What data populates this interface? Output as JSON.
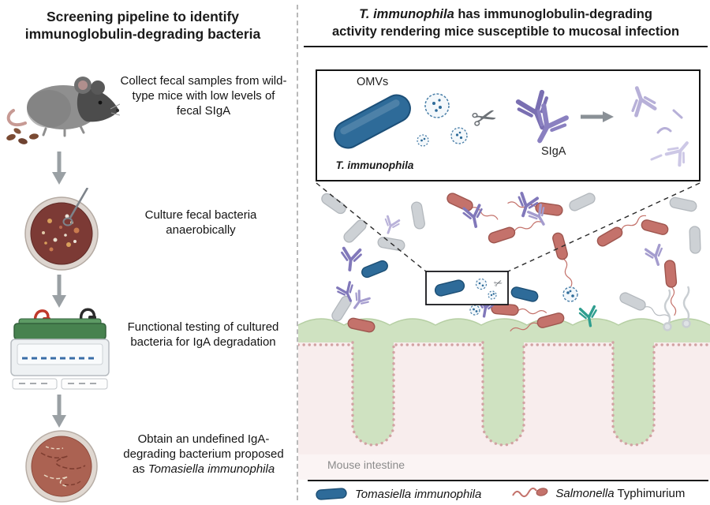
{
  "left": {
    "title": "Screening pipeline to identify immunoglobulin-degrading bacteria",
    "steps": [
      {
        "text": "Collect fecal samples from wild-type mice with low levels of fecal SIgA"
      },
      {
        "text": "Culture fecal bacteria anaerobically"
      },
      {
        "text": "Functional testing of cultured bacteria for IgA degradation"
      },
      {
        "text": "Obtain an undefined IgA-degrading bacterium proposed as ",
        "species": "Tomasiella immunophila"
      }
    ]
  },
  "right": {
    "title": {
      "species": "T. immunophila",
      "line1_rest": " has immunoglobulin-degrading",
      "line2": "activity rendering mice susceptible to mucosal infection"
    },
    "inset": {
      "omvs_label": "OMVs",
      "bacterium_label": "T. immunophila",
      "antibody_label": "SIgA"
    },
    "scene": {
      "caption": "Mouse intestine"
    },
    "legend": {
      "item1_species": "Tomasiella immunophila",
      "item2_species": "Salmonella",
      "item2_rest": " Typhimurium"
    }
  },
  "icons": {
    "scissors": "✂"
  },
  "colors": {
    "tomasiella_blue": "#2e6b99",
    "salmonella_red": "#c4726b",
    "antibody_purple": "#8178ba",
    "epithelium_green": "#cfe2c1",
    "crypt_dot_pink": "#d2a3a3",
    "tissue_pink": "#f8eded"
  }
}
